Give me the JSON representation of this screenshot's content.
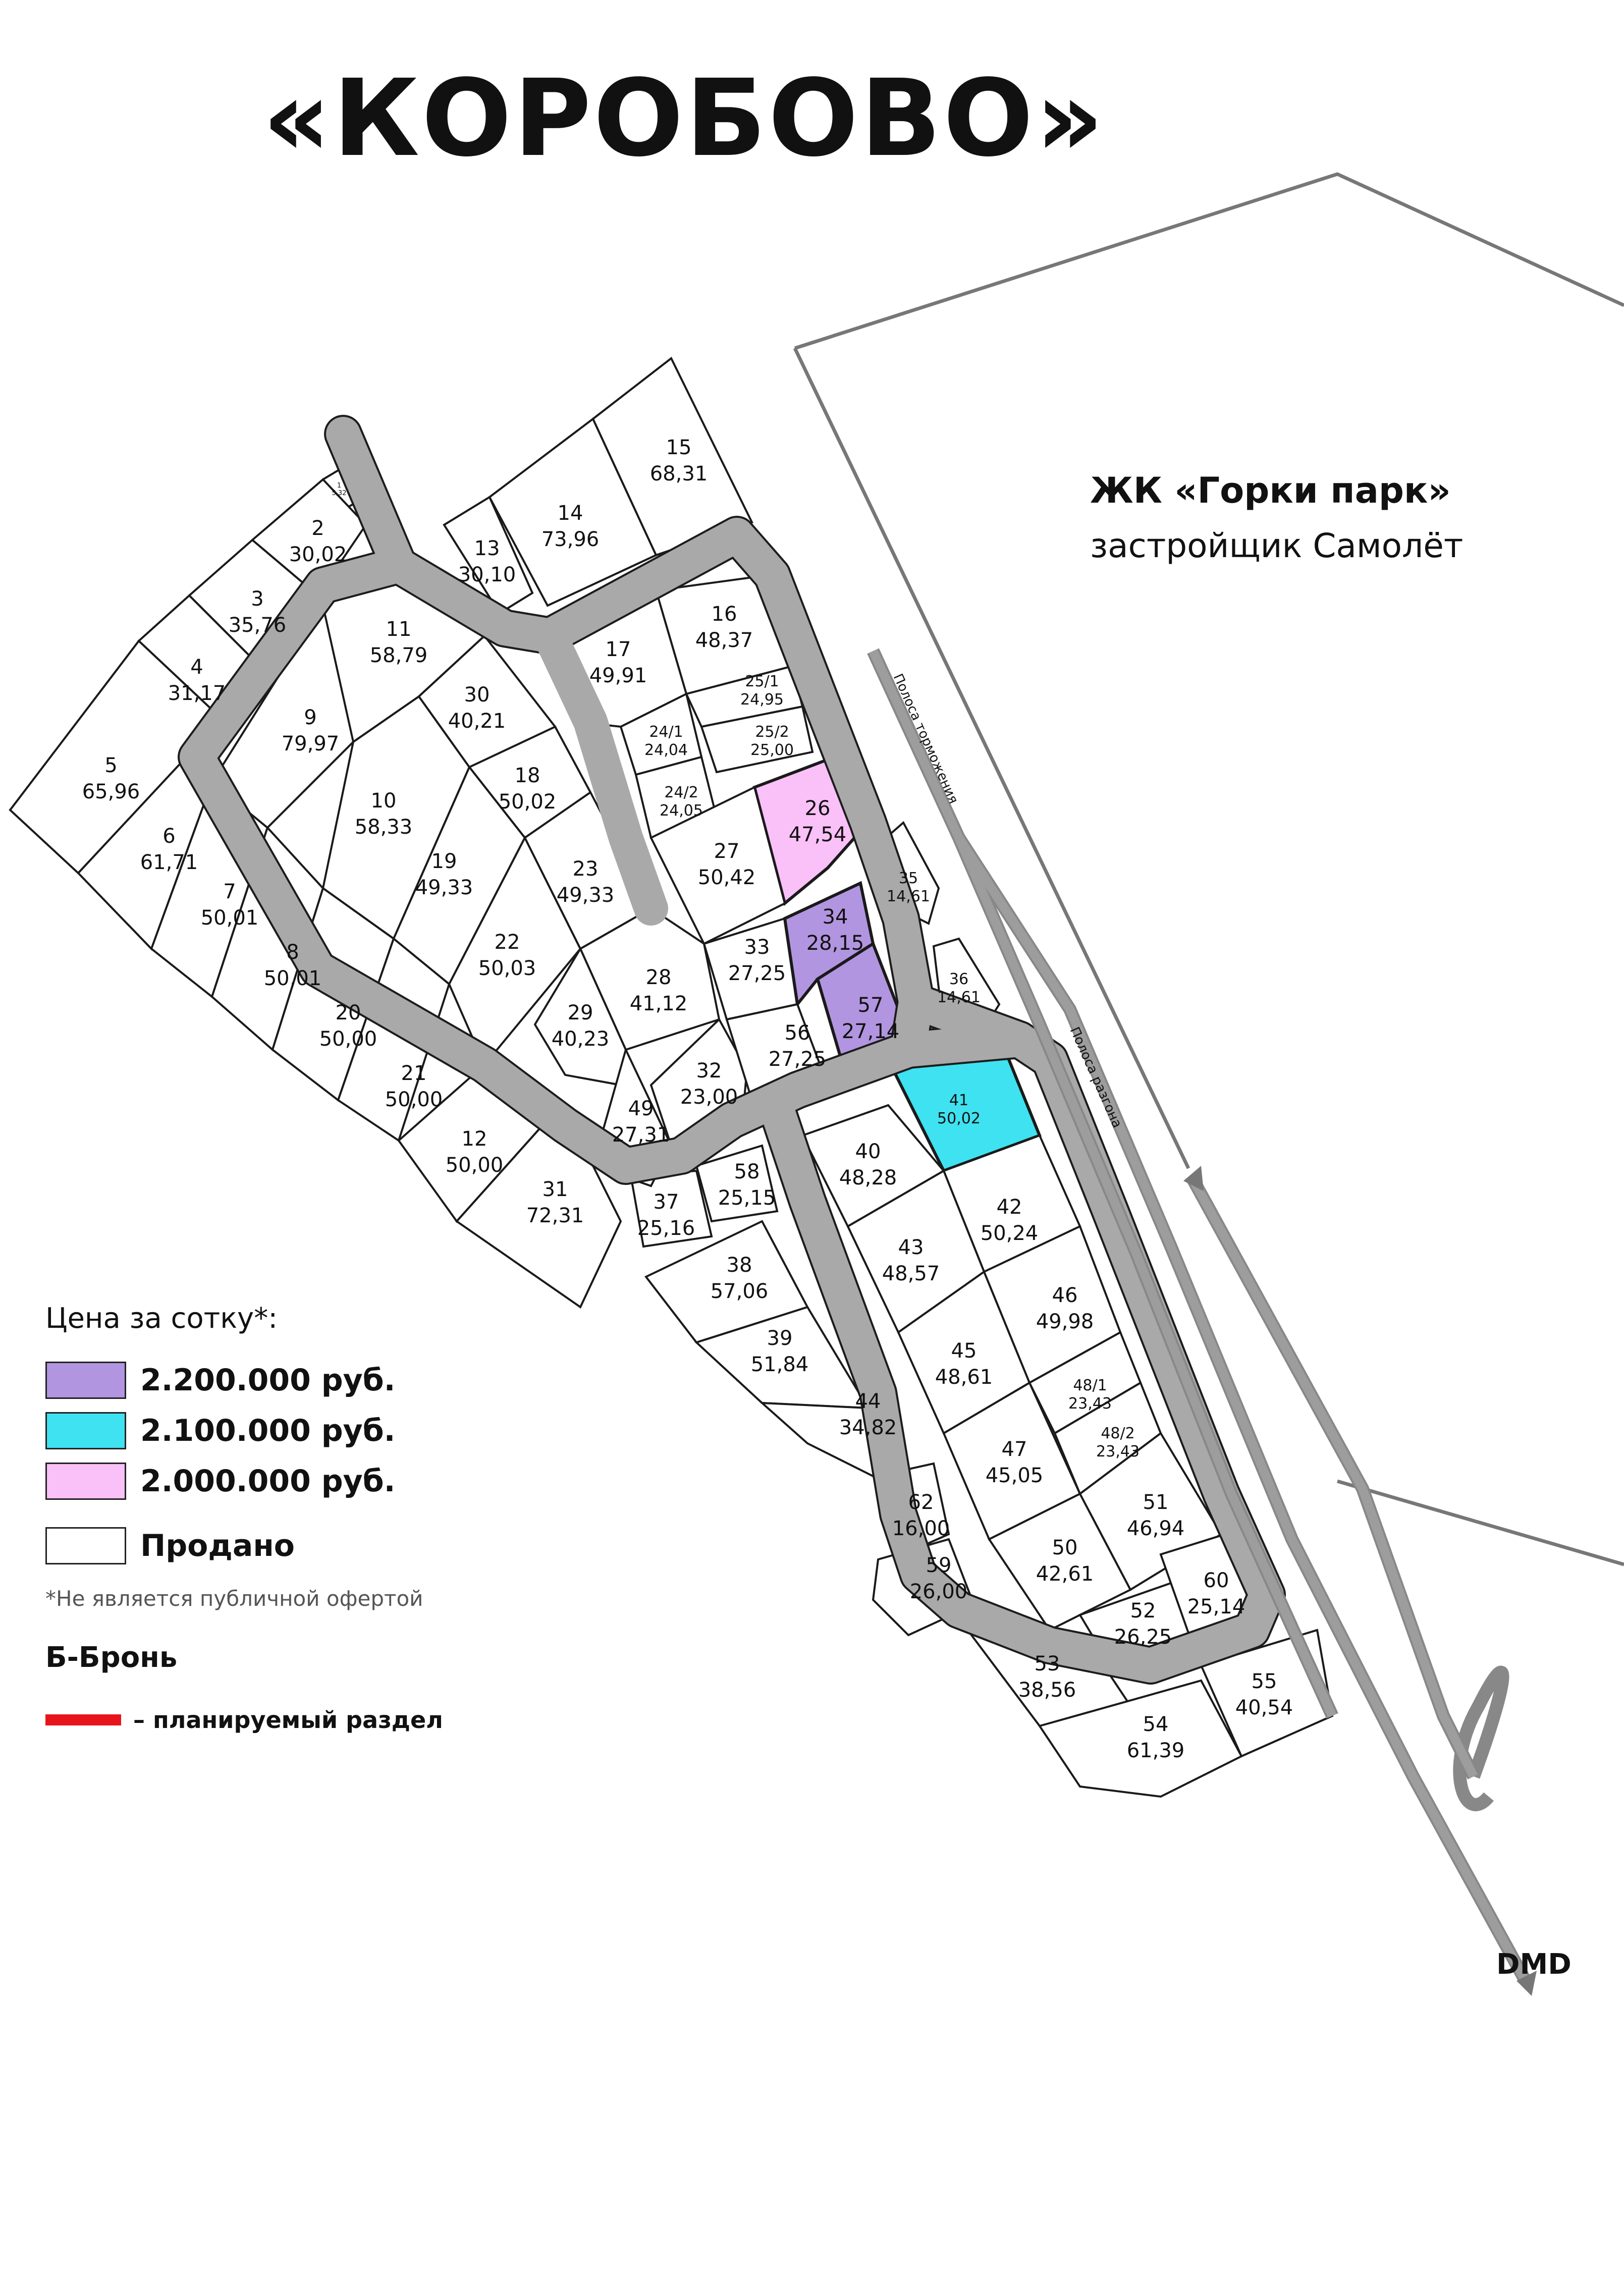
{
  "title": "«КОРОБОВО»",
  "neighbor": {
    "title": "ЖК «Горки парк»",
    "subtitle": "застройщик Самолёт"
  },
  "lanes": {
    "braking": "Полоса торможения",
    "acceleration": "Полоса разгона"
  },
  "dmd_label": "DMD",
  "legend": {
    "title": "Цена за сотку*:",
    "prices": [
      {
        "label": "2.200.000 руб.",
        "color": "#b295e0"
      },
      {
        "label": "2.100.000 руб.",
        "color": "#3fe2f0"
      },
      {
        "label": "2.000.000 руб.",
        "color": "#fac0f8"
      }
    ],
    "sold_label": "Продано",
    "disclaimer": "*Не является публичной офертой",
    "reserved_label": "Б-Бронь",
    "planned_label": "– планируемый раздел",
    "planned_color": "#e8141b"
  },
  "plots": [
    {
      "id": "1",
      "area": "5,32",
      "status": "sold"
    },
    {
      "id": "2",
      "area": "30,02",
      "status": "sold"
    },
    {
      "id": "3",
      "area": "35,76",
      "status": "sold"
    },
    {
      "id": "4",
      "area": "31,17",
      "status": "sold"
    },
    {
      "id": "5",
      "area": "65,96",
      "status": "sold"
    },
    {
      "id": "6",
      "area": "61,71",
      "status": "sold"
    },
    {
      "id": "7",
      "area": "50,01",
      "status": "sold"
    },
    {
      "id": "8",
      "area": "50,01",
      "status": "sold"
    },
    {
      "id": "9",
      "area": "79,97",
      "status": "sold"
    },
    {
      "id": "10",
      "area": "58,33",
      "status": "sold"
    },
    {
      "id": "11",
      "area": "58,79",
      "status": "sold"
    },
    {
      "id": "12",
      "area": "50,00",
      "status": "sold"
    },
    {
      "id": "13",
      "area": "30,10",
      "status": "sold"
    },
    {
      "id": "14",
      "area": "73,96",
      "status": "sold"
    },
    {
      "id": "15",
      "area": "68,31",
      "status": "sold"
    },
    {
      "id": "16",
      "area": "48,37",
      "status": "sold"
    },
    {
      "id": "17",
      "area": "49,91",
      "status": "sold"
    },
    {
      "id": "18",
      "area": "50,02",
      "status": "sold"
    },
    {
      "id": "19",
      "area": "49,33",
      "status": "sold"
    },
    {
      "id": "20",
      "area": "50,00",
      "status": "sold"
    },
    {
      "id": "21",
      "area": "50,00",
      "status": "sold"
    },
    {
      "id": "22",
      "area": "50,03",
      "status": "sold"
    },
    {
      "id": "23",
      "area": "49,33",
      "status": "sold"
    },
    {
      "id": "24/1",
      "area": "24,04",
      "status": "sold"
    },
    {
      "id": "24/2",
      "area": "24,05",
      "status": "sold"
    },
    {
      "id": "25/1",
      "area": "24,95",
      "status": "sold"
    },
    {
      "id": "25/2",
      "area": "25,00",
      "status": "sold"
    },
    {
      "id": "26",
      "area": "47,54",
      "status": "price_2000"
    },
    {
      "id": "27",
      "area": "50,42",
      "status": "sold"
    },
    {
      "id": "28",
      "area": "41,12",
      "status": "sold"
    },
    {
      "id": "29",
      "area": "40,23",
      "status": "sold"
    },
    {
      "id": "30",
      "area": "40,21",
      "status": "sold"
    },
    {
      "id": "31",
      "area": "72,31",
      "status": "sold"
    },
    {
      "id": "32",
      "area": "23,00",
      "status": "sold"
    },
    {
      "id": "33",
      "area": "27,25",
      "status": "sold"
    },
    {
      "id": "34",
      "area": "28,15",
      "status": "price_2200"
    },
    {
      "id": "35",
      "area": "14,61",
      "status": "sold"
    },
    {
      "id": "36",
      "area": "14,61",
      "status": "sold"
    },
    {
      "id": "37",
      "area": "25,16",
      "status": "sold"
    },
    {
      "id": "38",
      "area": "57,06",
      "status": "sold"
    },
    {
      "id": "39",
      "area": "51,84",
      "status": "sold"
    },
    {
      "id": "40",
      "area": "48,28",
      "status": "sold"
    },
    {
      "id": "41",
      "area": "50,02",
      "status": "price_2100"
    },
    {
      "id": "42",
      "area": "50,24",
      "status": "sold"
    },
    {
      "id": "43",
      "area": "48,57",
      "status": "sold"
    },
    {
      "id": "44",
      "area": "34,82",
      "status": "sold"
    },
    {
      "id": "45",
      "area": "48,61",
      "status": "sold"
    },
    {
      "id": "46",
      "area": "49,98",
      "status": "sold"
    },
    {
      "id": "47",
      "area": "45,05",
      "status": "sold"
    },
    {
      "id": "48/1",
      "area": "23,43",
      "status": "sold"
    },
    {
      "id": "48/2",
      "area": "23,43",
      "status": "sold"
    },
    {
      "id": "49",
      "area": "27,31",
      "status": "sold"
    },
    {
      "id": "50",
      "area": "42,61",
      "status": "sold"
    },
    {
      "id": "51",
      "area": "46,94",
      "status": "sold"
    },
    {
      "id": "52",
      "area": "26,25",
      "status": "sold"
    },
    {
      "id": "53",
      "area": "38,56",
      "status": "sold"
    },
    {
      "id": "54",
      "area": "61,39",
      "status": "sold"
    },
    {
      "id": "55",
      "area": "40,54",
      "status": "sold"
    },
    {
      "id": "56",
      "area": "27,25",
      "status": "sold"
    },
    {
      "id": "57",
      "area": "27,14",
      "status": "price_2200"
    },
    {
      "id": "58",
      "area": "25,15",
      "status": "sold"
    },
    {
      "id": "59",
      "area": "26,00",
      "status": "sold"
    },
    {
      "id": "60",
      "area": "25,14",
      "status": "sold"
    },
    {
      "id": "62",
      "area": "16,00",
      "status": "sold"
    }
  ]
}
